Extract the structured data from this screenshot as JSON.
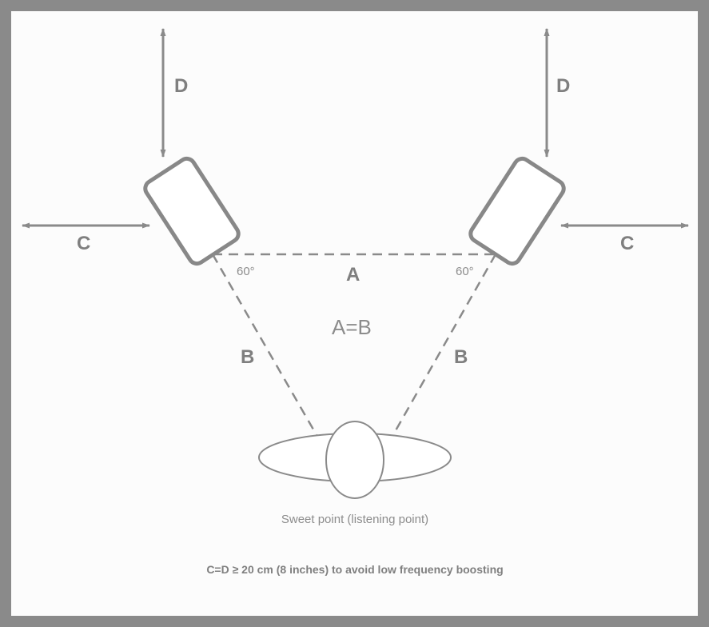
{
  "labels": {
    "d_left": "D",
    "d_right": "D",
    "c_left": "C",
    "c_right": "C",
    "a": "A",
    "b_left": "B",
    "b_right": "B",
    "angle_left": "60°",
    "angle_right": "60°",
    "equation": "A=B",
    "sweet_point": "Sweet point (listening point)",
    "footnote": "C=D ≥ 20 cm (8 inches) to avoid low frequency boosting"
  },
  "colors": {
    "frame": "#8a8a8a",
    "line": "#8a8a8a",
    "text": "#7f7f7f",
    "background": "#f7f7f7"
  }
}
